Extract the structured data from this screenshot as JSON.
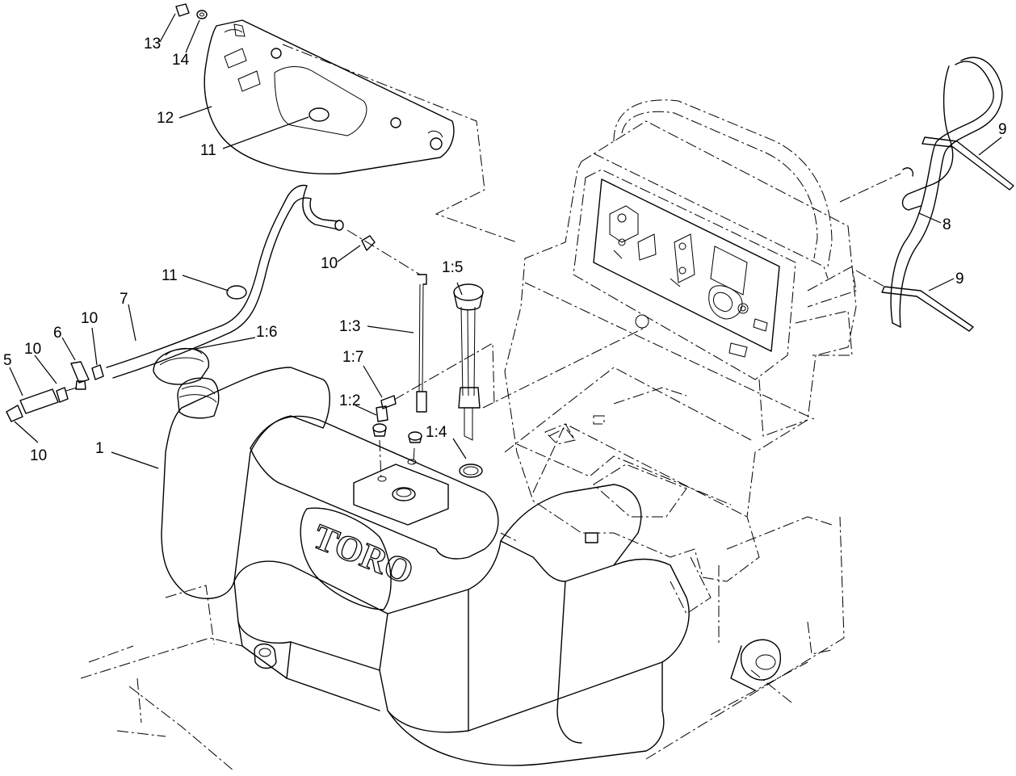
{
  "logo_text": "TORO",
  "labels": [
    {
      "id": "lbl-13",
      "text": "13"
    },
    {
      "id": "lbl-14",
      "text": "14"
    },
    {
      "id": "lbl-12",
      "text": "12"
    },
    {
      "id": "lbl-11-top",
      "text": "11"
    },
    {
      "id": "lbl-10-mid",
      "text": "10"
    },
    {
      "id": "lbl-11-left",
      "text": "11"
    },
    {
      "id": "lbl-7",
      "text": "7"
    },
    {
      "id": "lbl-10-a",
      "text": "10"
    },
    {
      "id": "lbl-6",
      "text": "6"
    },
    {
      "id": "lbl-10-b",
      "text": "10"
    },
    {
      "id": "lbl-5",
      "text": "5"
    },
    {
      "id": "lbl-10-c",
      "text": "10"
    },
    {
      "id": "lbl-1",
      "text": "1"
    },
    {
      "id": "lbl-1-6",
      "text": "1:6"
    },
    {
      "id": "lbl-1-3",
      "text": "1:3"
    },
    {
      "id": "lbl-1-7",
      "text": "1:7"
    },
    {
      "id": "lbl-1-2",
      "text": "1:2"
    },
    {
      "id": "lbl-1-5",
      "text": "1:5"
    },
    {
      "id": "lbl-1-4",
      "text": "1:4"
    },
    {
      "id": "lbl-9-top",
      "text": "9"
    },
    {
      "id": "lbl-8",
      "text": "8"
    },
    {
      "id": "lbl-9-bottom",
      "text": "9"
    }
  ]
}
